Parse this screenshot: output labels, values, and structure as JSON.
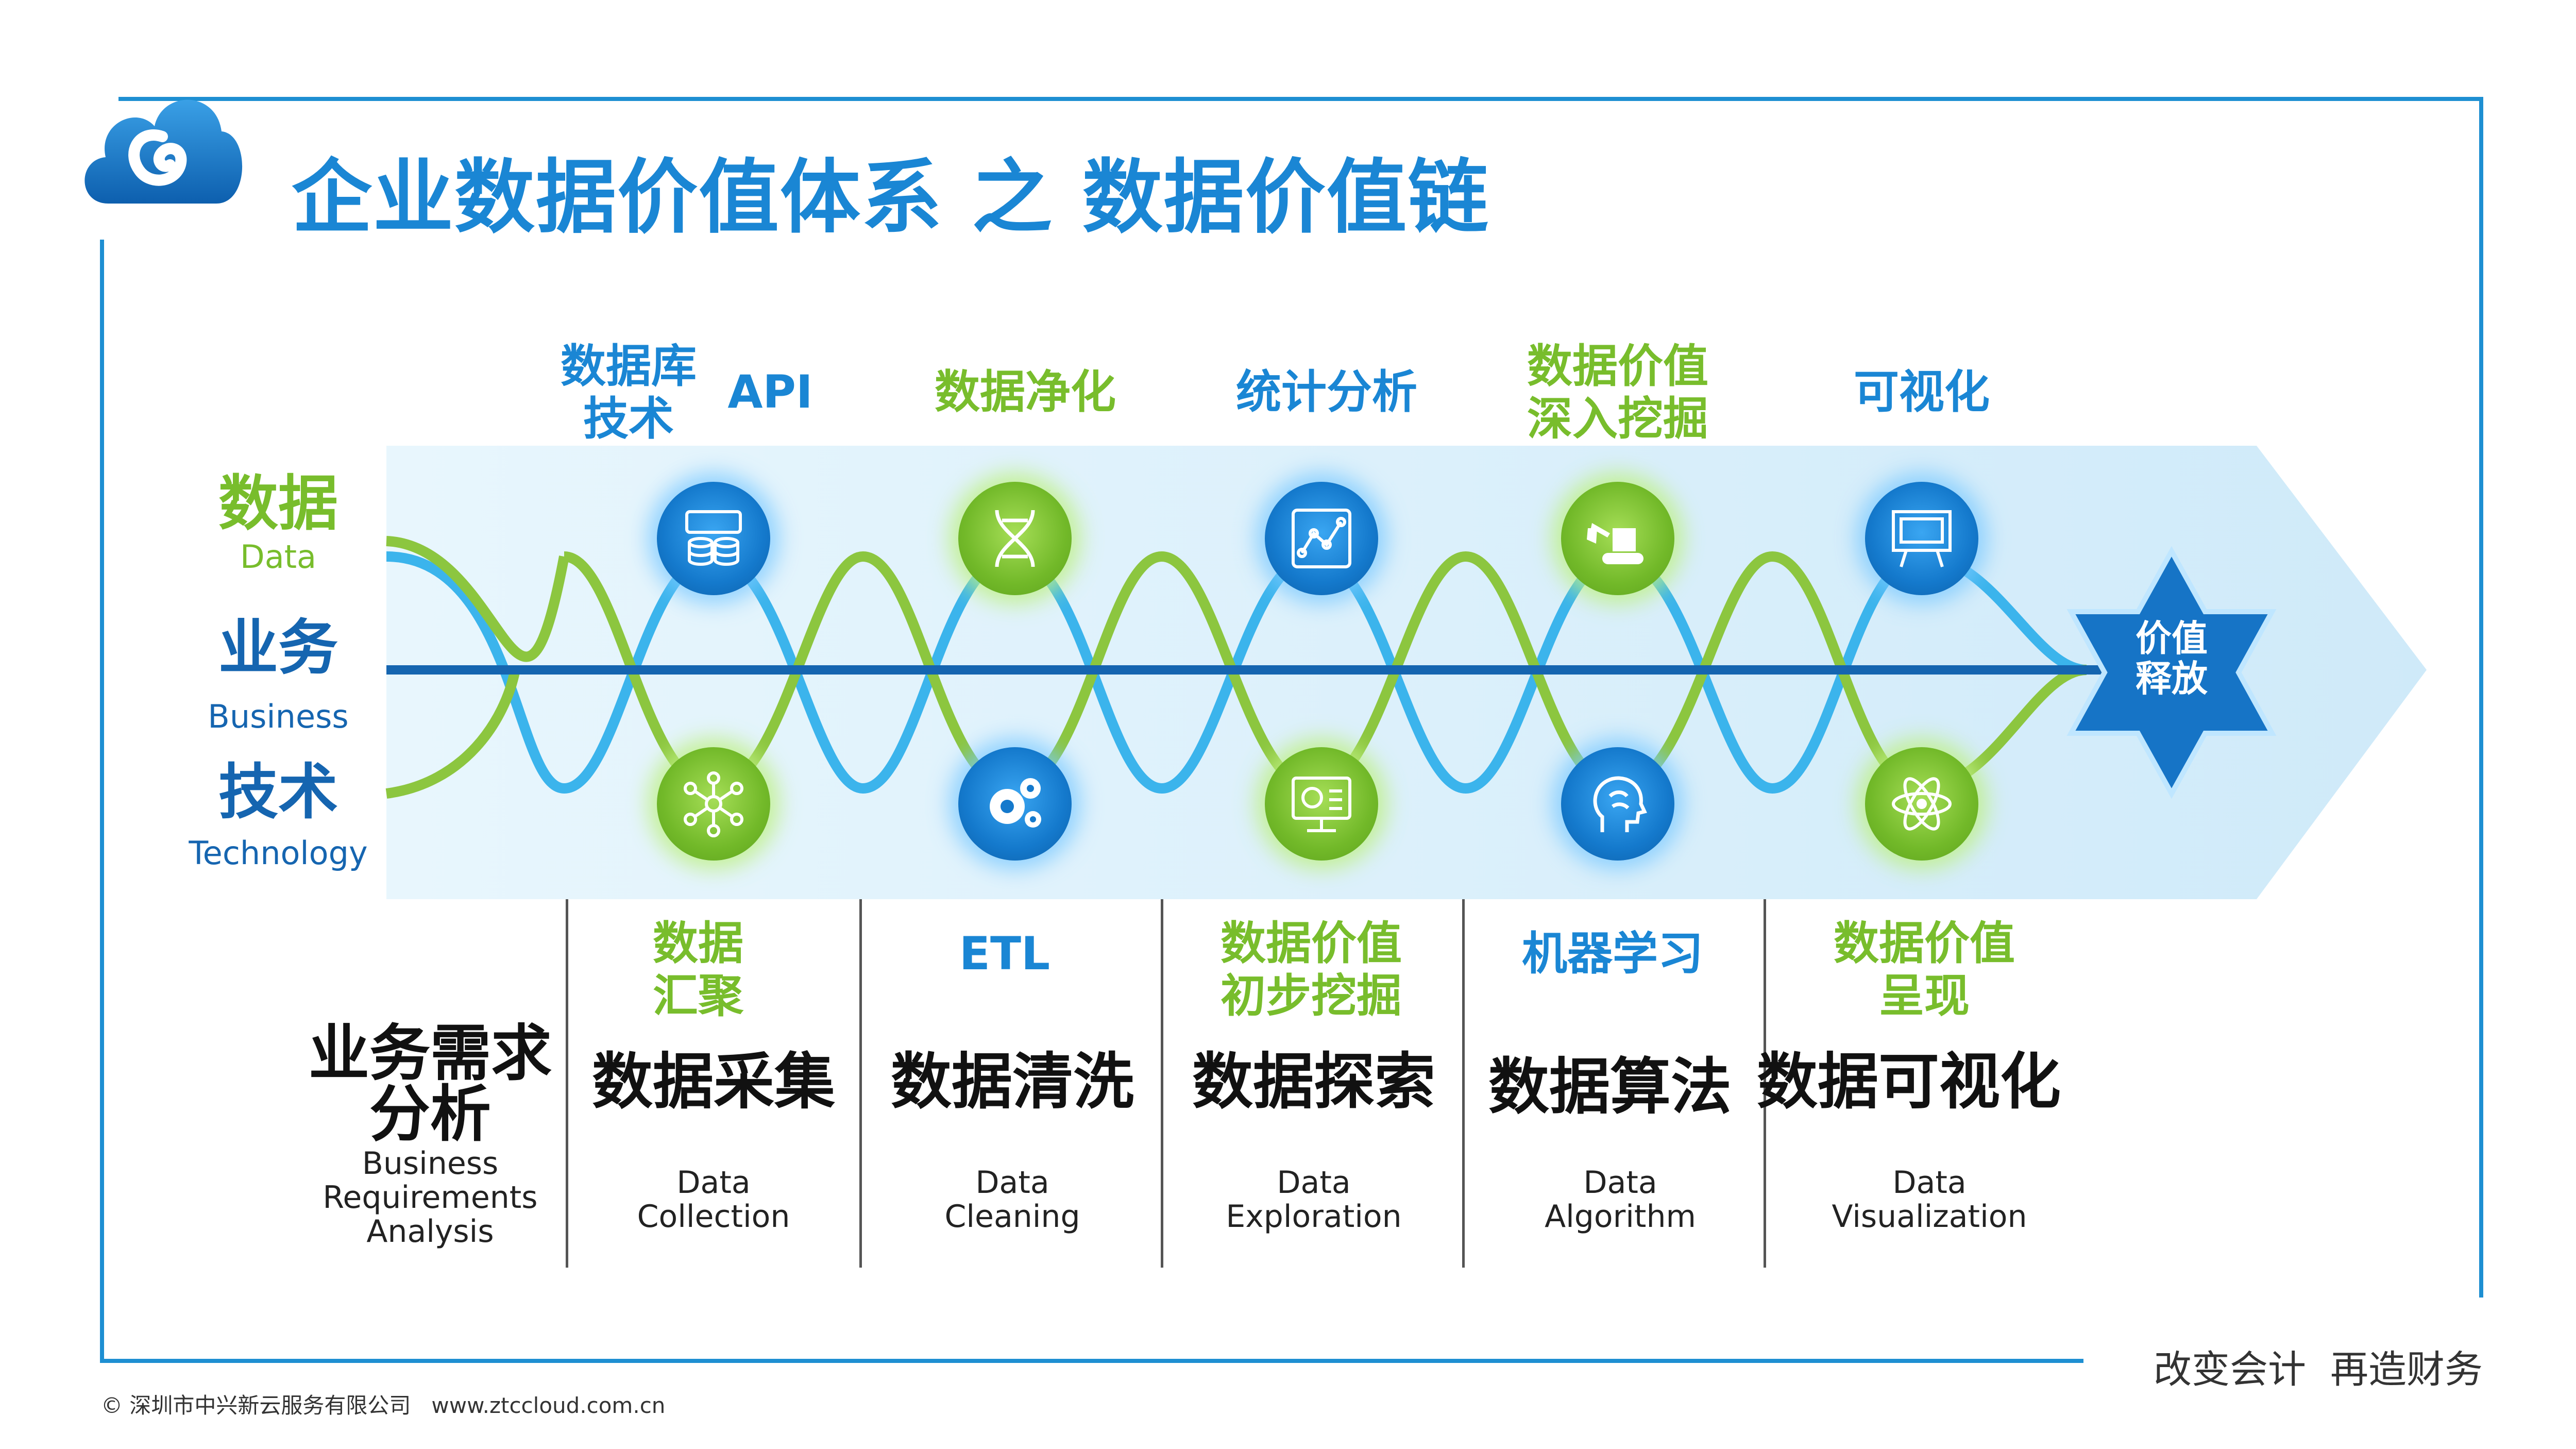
{
  "header": {
    "title": "企业数据价值体系 之 数据价值链"
  },
  "rows": {
    "data_zh": "数据",
    "data_en": "Data",
    "business_zh": "业务",
    "business_en": "Business",
    "tech_zh": "技术",
    "tech_en": "Technology"
  },
  "top_labels": [
    "数据库\n技术",
    "API",
    "数据净化",
    "统计分析",
    "数据价值\n深入挖掘",
    "可视化"
  ],
  "bottom_labels": [
    "数据\n汇聚",
    "ETL",
    "数据价值\n初步挖掘",
    "机器学习",
    "数据价值\n呈现"
  ],
  "stages": [
    {
      "zh": "业务需求\n分析",
      "en": "Business\nRequirements\nAnalysis"
    },
    {
      "zh": "数据采集",
      "en": "Data\nCollection"
    },
    {
      "zh": "数据清洗",
      "en": "Data\nCleaning"
    },
    {
      "zh": "数据探索",
      "en": "Data\nExploration"
    },
    {
      "zh": "数据算法",
      "en": "Data\nAlgorithm"
    },
    {
      "zh": "数据可视化",
      "en": "Data\nVisualization"
    }
  ],
  "star": {
    "label": "价值\n释放"
  },
  "icons": {
    "top": [
      "database-icon",
      "dna-icon",
      "chart-scatter-icon",
      "excavator-icon",
      "presentation-board-icon"
    ],
    "bottom": [
      "network-nodes-icon",
      "gears-icon",
      "dashboard-monitor-icon",
      "brain-head-icon",
      "atom-icon"
    ]
  },
  "colors": {
    "blue": "#1a86d4",
    "green": "#78bd2c",
    "dark_blue": "#1565b0",
    "band": "#dff1fc"
  },
  "footer": {
    "slogan": "改变会计  再造财务",
    "copyright": "© 深圳市中兴新云服务有限公司   www.ztccloud.com.cn"
  }
}
